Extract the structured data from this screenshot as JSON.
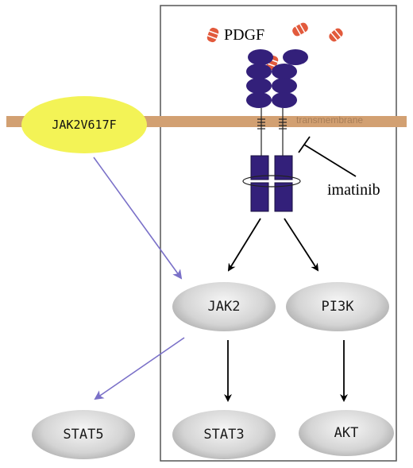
{
  "labels": {
    "ligand": "PDGF",
    "membrane": "transmembrane",
    "mutant": "JAK2V617F",
    "inhibitor": "imatinib"
  },
  "nodes": {
    "jak2": "JAK2",
    "pi3k": "PI3K",
    "stat5": "STAT5",
    "stat3": "STAT3",
    "akt": "AKT"
  },
  "colors": {
    "membrane": "#d2a072",
    "receptor": "#33207a",
    "ligand": "#e25a3c",
    "mutant": "#f3f356",
    "arrow_blue": "#7a70c8",
    "arrow_black": "#000000"
  }
}
